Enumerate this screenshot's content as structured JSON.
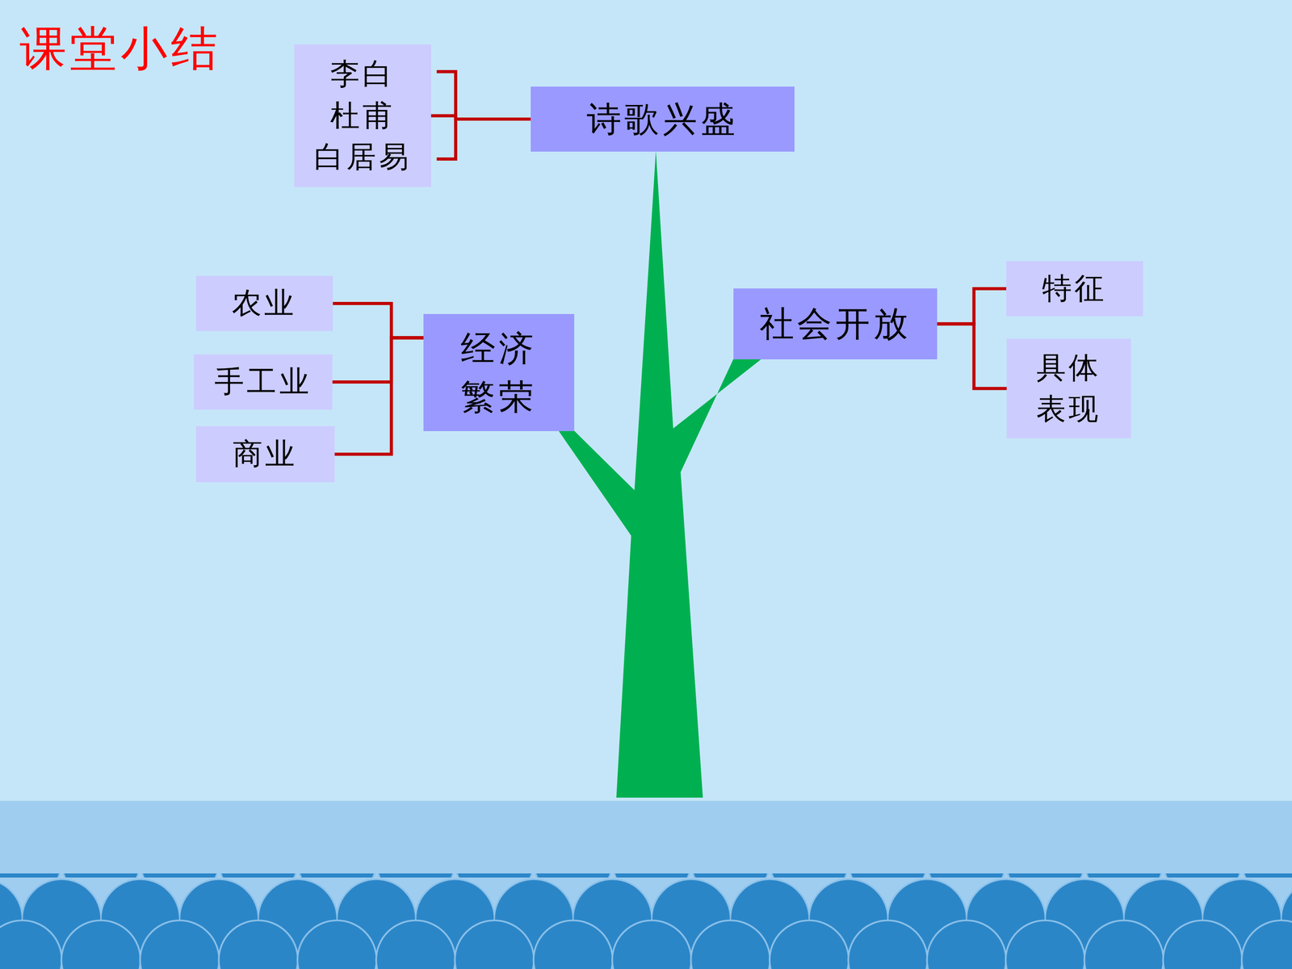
{
  "diagram": {
    "title": "课堂小结",
    "nodes": [
      {
        "text": [
          "李白 杜甫 白居易"
        ]
      },
      {
        "text": [
          "诗歌兴盛"
        ]
      },
      {
        "text": [
          "经济繁荣"
        ]
      },
      {
        "text": [
          "农业"
        ]
      },
      {
        "text": [
          "手工业"
        ]
      },
      {
        "text": [
          "商业"
        ]
      },
      {
        "text": [
          "社会开放"
        ]
      },
      {
        "text": [
          "特征"
        ]
      },
      {
        "text": [
          "具体表现"
        ]
      }
    ],
    "edges": [
      {
        "from": 1,
        "to": 0,
        "arrow": "none"
      },
      {
        "from": 2,
        "to": 3,
        "arrow": "none"
      },
      {
        "from": 2,
        "to": 4,
        "arrow": "none"
      },
      {
        "from": 2,
        "to": 5,
        "arrow": "none"
      },
      {
        "from": 6,
        "to": 7,
        "arrow": "none"
      },
      {
        "from": 6,
        "to": 8,
        "arrow": "none"
      }
    ]
  }
}
